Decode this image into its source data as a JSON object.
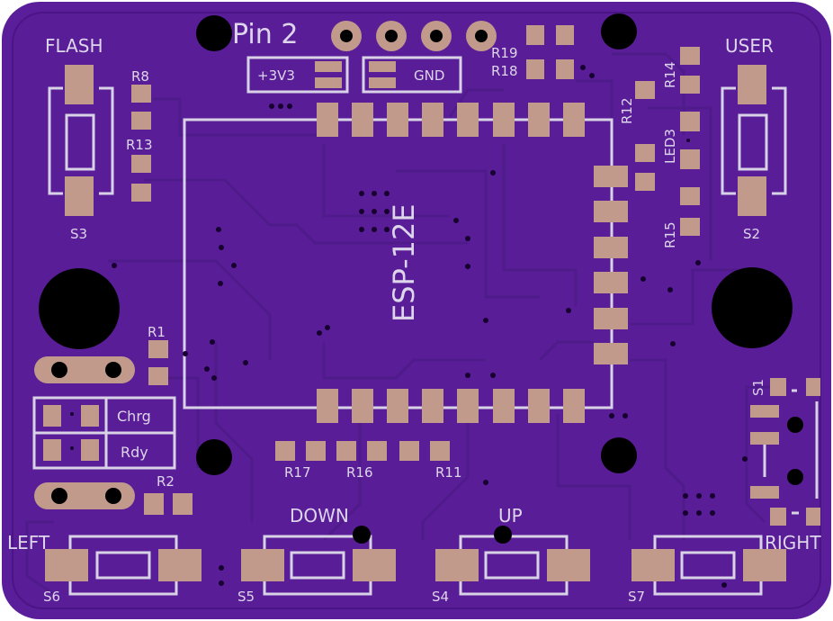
{
  "colors": {
    "board": "#5b1e9a",
    "board_dark": "#45137a",
    "silkscreen": "#ddd6ea",
    "pad": "#c29a8c",
    "hole": "#000000"
  },
  "labels": {
    "flash": "FLASH",
    "user": "USER",
    "pin2": "Pin 2",
    "v33": "+3V3",
    "gnd": "GND",
    "esp": "ESP-12E",
    "chrg": "Chrg",
    "rdy": "Rdy",
    "down": "DOWN",
    "up": "UP",
    "left": "LEFT",
    "right": "RIGHT"
  },
  "designators": {
    "s1": "S1",
    "s2": "S2",
    "s3": "S3",
    "s4": "S4",
    "s5": "S5",
    "s6": "S6",
    "s7": "S7",
    "r1": "R1",
    "r2": "R2",
    "r8": "R8",
    "r11": "R11",
    "r12": "R12",
    "r13": "R13",
    "r14": "R14",
    "r15": "R15",
    "r16": "R16",
    "r17": "R17",
    "r18": "R18",
    "r19": "R19",
    "led3": "LED3"
  }
}
